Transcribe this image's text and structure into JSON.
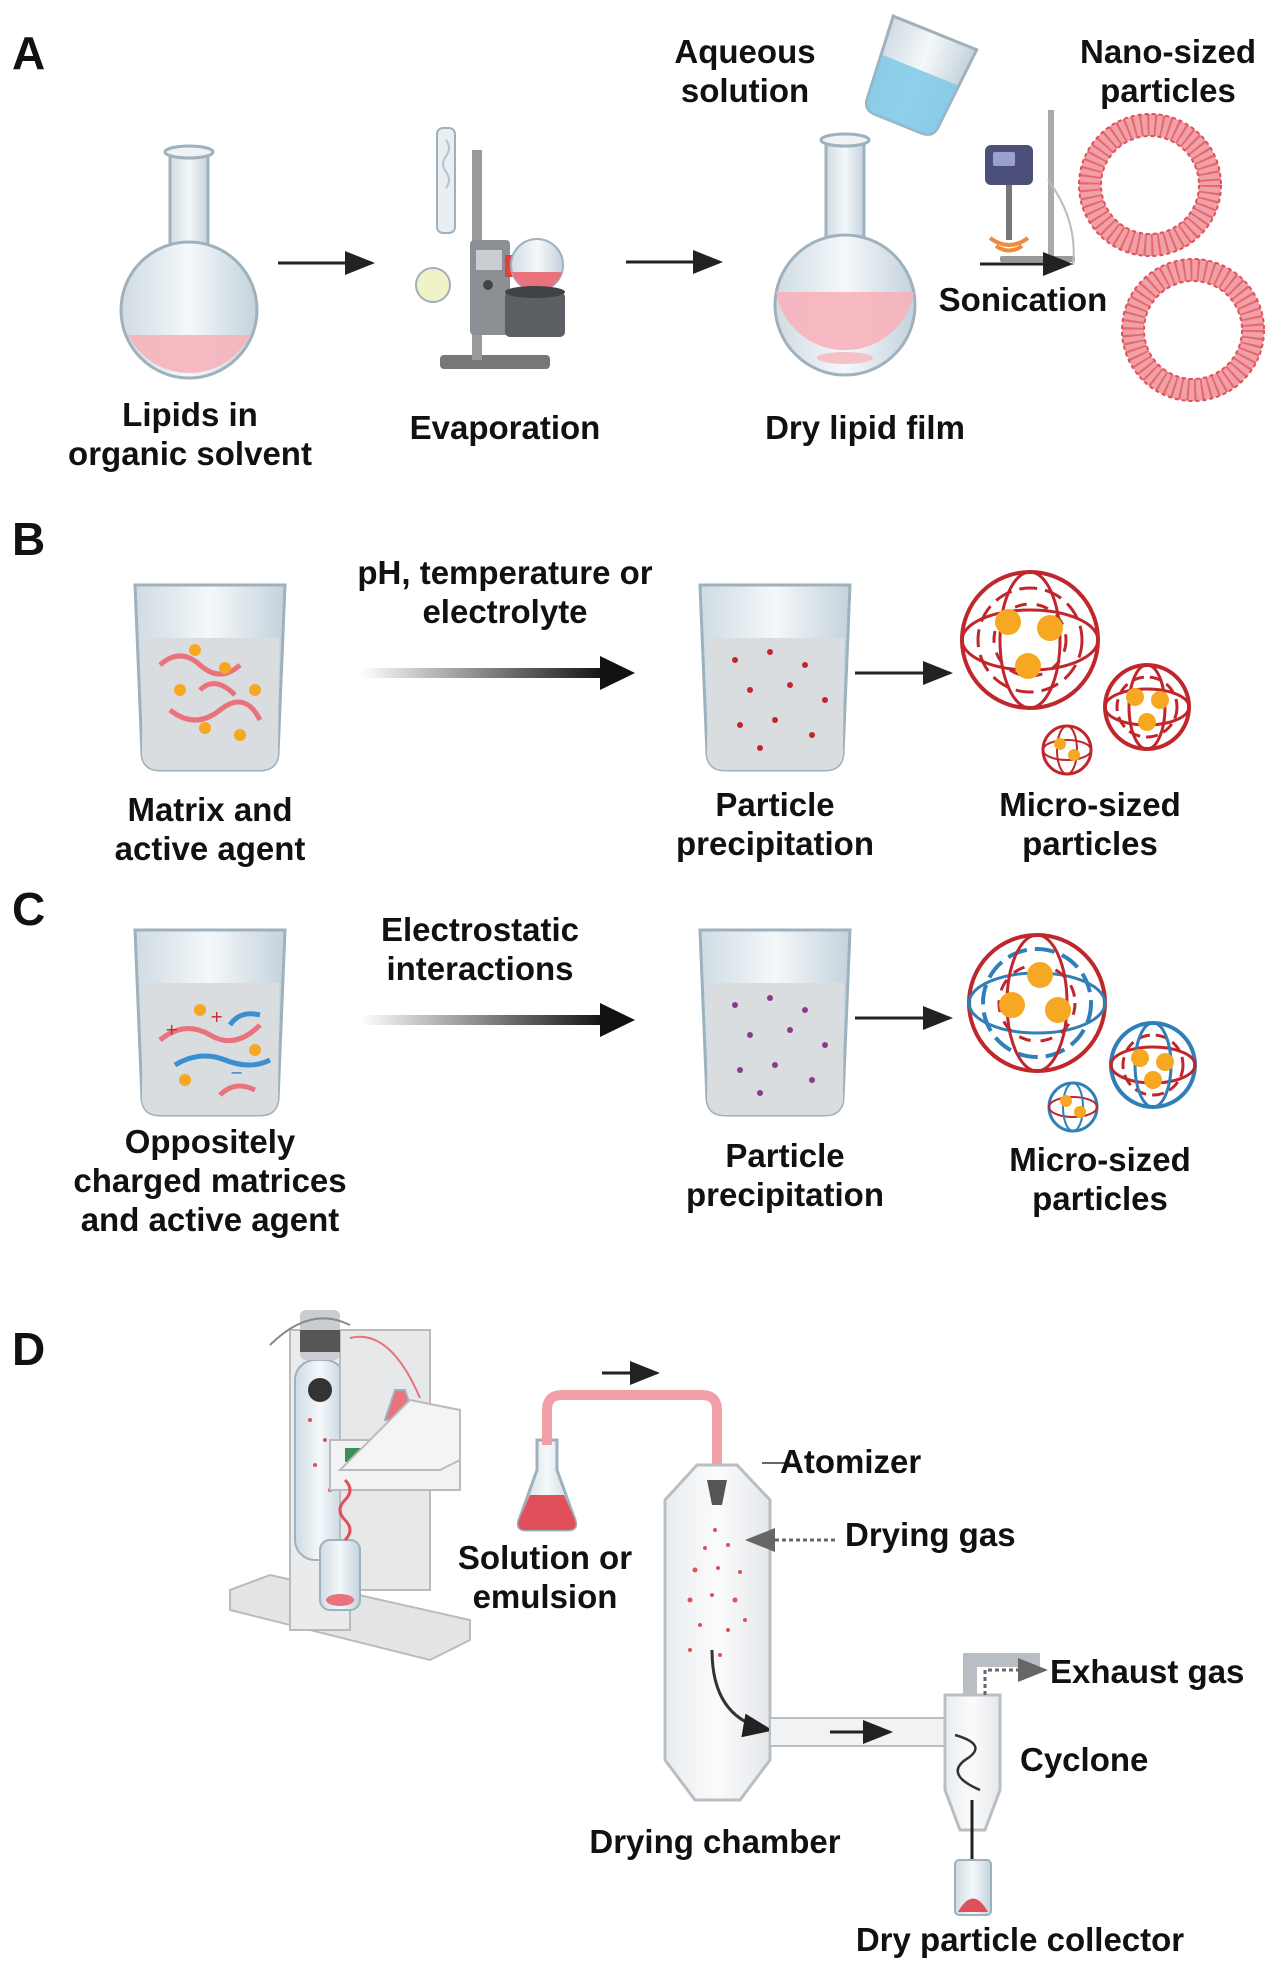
{
  "panels": {
    "A": {
      "letter": "A",
      "step1": "Lipids in\norganic solvent",
      "step2": "Evaporation",
      "aqueous": "Aqueous\nsolution",
      "step3": "Dry lipid film",
      "sonication": "Sonication",
      "product": "Nano-sized\nparticles"
    },
    "B": {
      "letter": "B",
      "start": "Matrix and\nactive agent",
      "condition": "pH, temperature or\nelectrolyte",
      "middle": "Particle\nprecipitation",
      "product": "Micro-sized\nparticles"
    },
    "C": {
      "letter": "C",
      "start": "Oppositely\ncharged matrices\nand active agent",
      "condition": "Electrostatic\ninteractions",
      "middle": "Particle\nprecipitation",
      "product": "Micro-sized\nparticles"
    },
    "D": {
      "letter": "D",
      "solution": "Solution or\nemulsion",
      "atomizer": "Atomizer",
      "drying_gas": "Drying gas",
      "exhaust": "Exhaust gas",
      "cyclone": "Cyclone",
      "chamber": "Drying chamber",
      "collector": "Dry particle collector"
    }
  },
  "colors": {
    "liquid_pink": "#f5a5ad",
    "lipid_red": "#e0505a",
    "polymer_red": "#c0272d",
    "polymer_blue": "#2f7fb8",
    "active_orange": "#f7a823",
    "glass": "#dfe8ee",
    "arrow": "#222222"
  }
}
